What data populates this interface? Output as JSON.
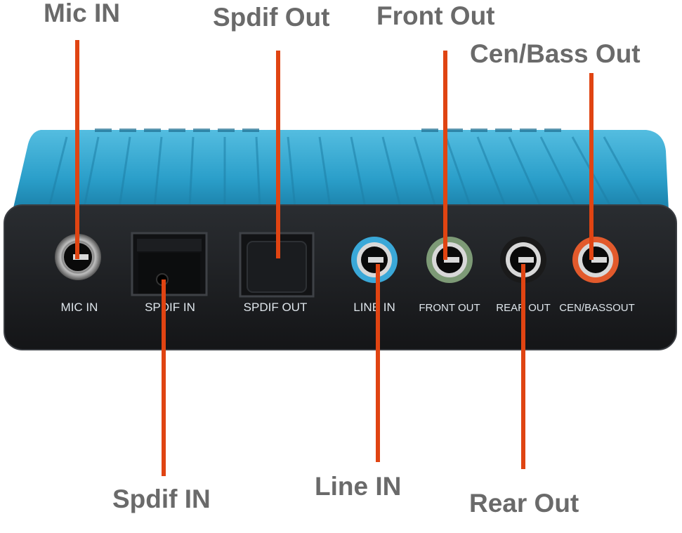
{
  "callouts": {
    "mic_in": "Mic IN",
    "spdif_out": "Spdif Out",
    "front_out": "Front Out",
    "cen_bass_out": "Cen/Bass Out",
    "spdif_in": "Spdif IN",
    "line_in": "Line IN",
    "rear_out": "Rear Out"
  },
  "panel_labels": {
    "mic_in": "MIC IN",
    "spdif_in": "SPDIF IN",
    "spdif_out": "SPDIF OUT",
    "line_in": "LINE IN",
    "front_out": "FRONT OUT",
    "rear_out": "REAR OUT",
    "cen_bass_out": "CEN/BASSOUT"
  },
  "colors": {
    "housing": "#2b9fca",
    "front_panel": "#1d1f22",
    "leader_line": "#e04412",
    "callout_text": "#6a6a6a",
    "line_in_ring": "#3aa8d8",
    "front_out_ring": "#7d9a76",
    "rear_out_ring": "#1a1a1a",
    "cen_bass_ring": "#e25a2c"
  }
}
